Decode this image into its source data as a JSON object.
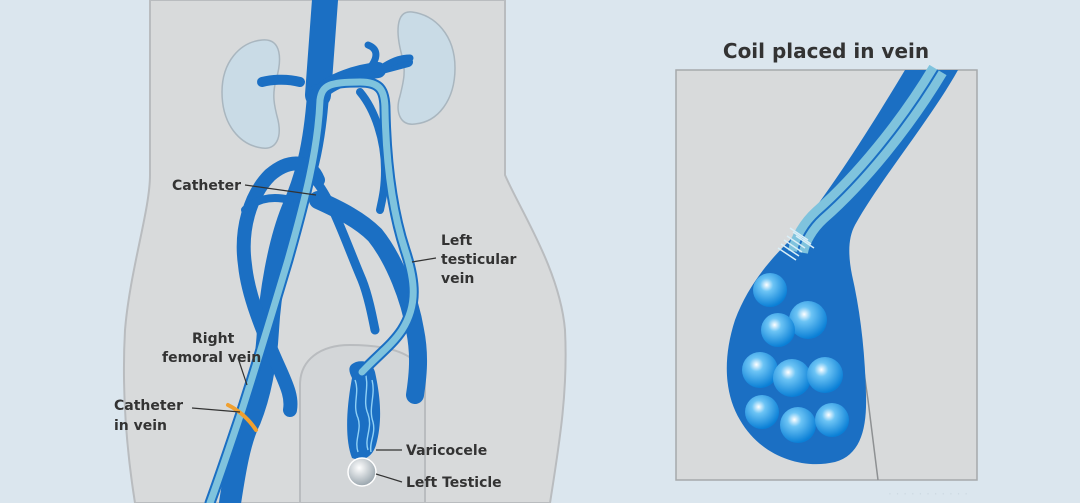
{
  "diagram": {
    "inset_title": "Coil placed in vein",
    "labels": {
      "catheter": "Catheter",
      "left_testicular_1": "Left",
      "left_testicular_2": "testicular",
      "left_testicular_3": "vein",
      "right_femoral_1": "Right",
      "right_femoral_2": "femoral vein",
      "catheter_in_vein_1": "Catheter",
      "catheter_in_vein_2": "in vein",
      "varicocele": "Varicocele",
      "left_testicle": "Left Testicle"
    }
  },
  "colors": {
    "background": "#dbe6ee",
    "body": "#d8dadb",
    "vein": "#1b6fc3",
    "catheter": "#7fc3dd",
    "coil_ball": "#3aa0e8",
    "kidney": "#c9dbe6",
    "insertion_mark": "#f0a030"
  }
}
